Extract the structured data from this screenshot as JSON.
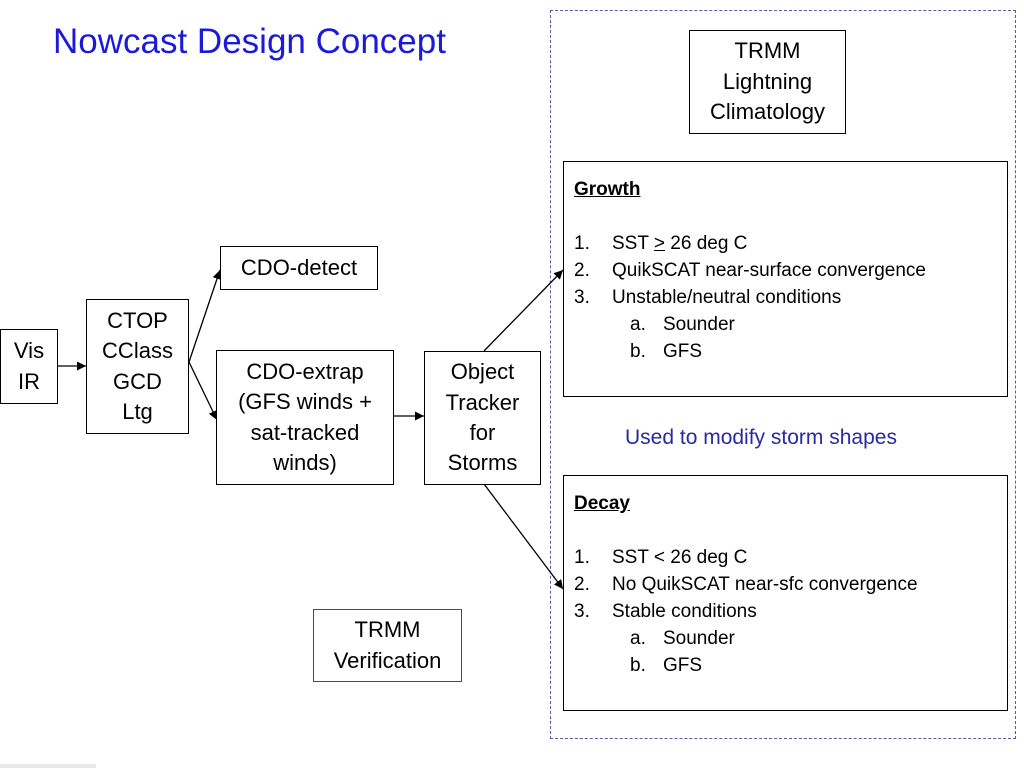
{
  "title": "Nowcast Design Concept",
  "nodes": {
    "vis_ir": "Vis\nIR",
    "ctop": "CTOP\nCClass\nGCD\nLtg",
    "cdo_detect": "CDO-detect",
    "cdo_extrap": "CDO-extrap\n(GFS winds +\nsat-tracked\nwinds)",
    "object_tracker": "Object\nTracker\nfor\nStorms",
    "trmm_lightning": "TRMM\nLightning\nClimatology",
    "trmm_verification": "TRMM\nVerification"
  },
  "growth": {
    "heading": "Growth",
    "items": [
      {
        "num": "1.",
        "pre": "SST ",
        "u": ">",
        "post": " 26 deg C"
      },
      {
        "num": "2.",
        "pre": "QuikSCAT near-surface convergence",
        "u": "",
        "post": ""
      },
      {
        "num": "3.",
        "pre": "Unstable/neutral conditions",
        "u": "",
        "post": ""
      }
    ],
    "sub_items": [
      {
        "num": "a.",
        "text": "Sounder"
      },
      {
        "num": "b.",
        "text": "GFS"
      }
    ]
  },
  "decay": {
    "heading": "Decay",
    "items": [
      {
        "num": "1.",
        "text": "SST < 26 deg C"
      },
      {
        "num": "2.",
        "text": "No QuikSCAT near-sfc convergence"
      },
      {
        "num": "3.",
        "text": "Stable conditions"
      }
    ],
    "sub_items": [
      {
        "num": "a.",
        "text": "Sounder"
      },
      {
        "num": "b.",
        "text": "GFS"
      }
    ]
  },
  "note": "Used to modify storm shapes",
  "colors": {
    "title": "#1a1ad8",
    "note": "#2a2aa0",
    "verification_border": "#3a3ad0",
    "dashed_border": "#5a5aa0"
  }
}
